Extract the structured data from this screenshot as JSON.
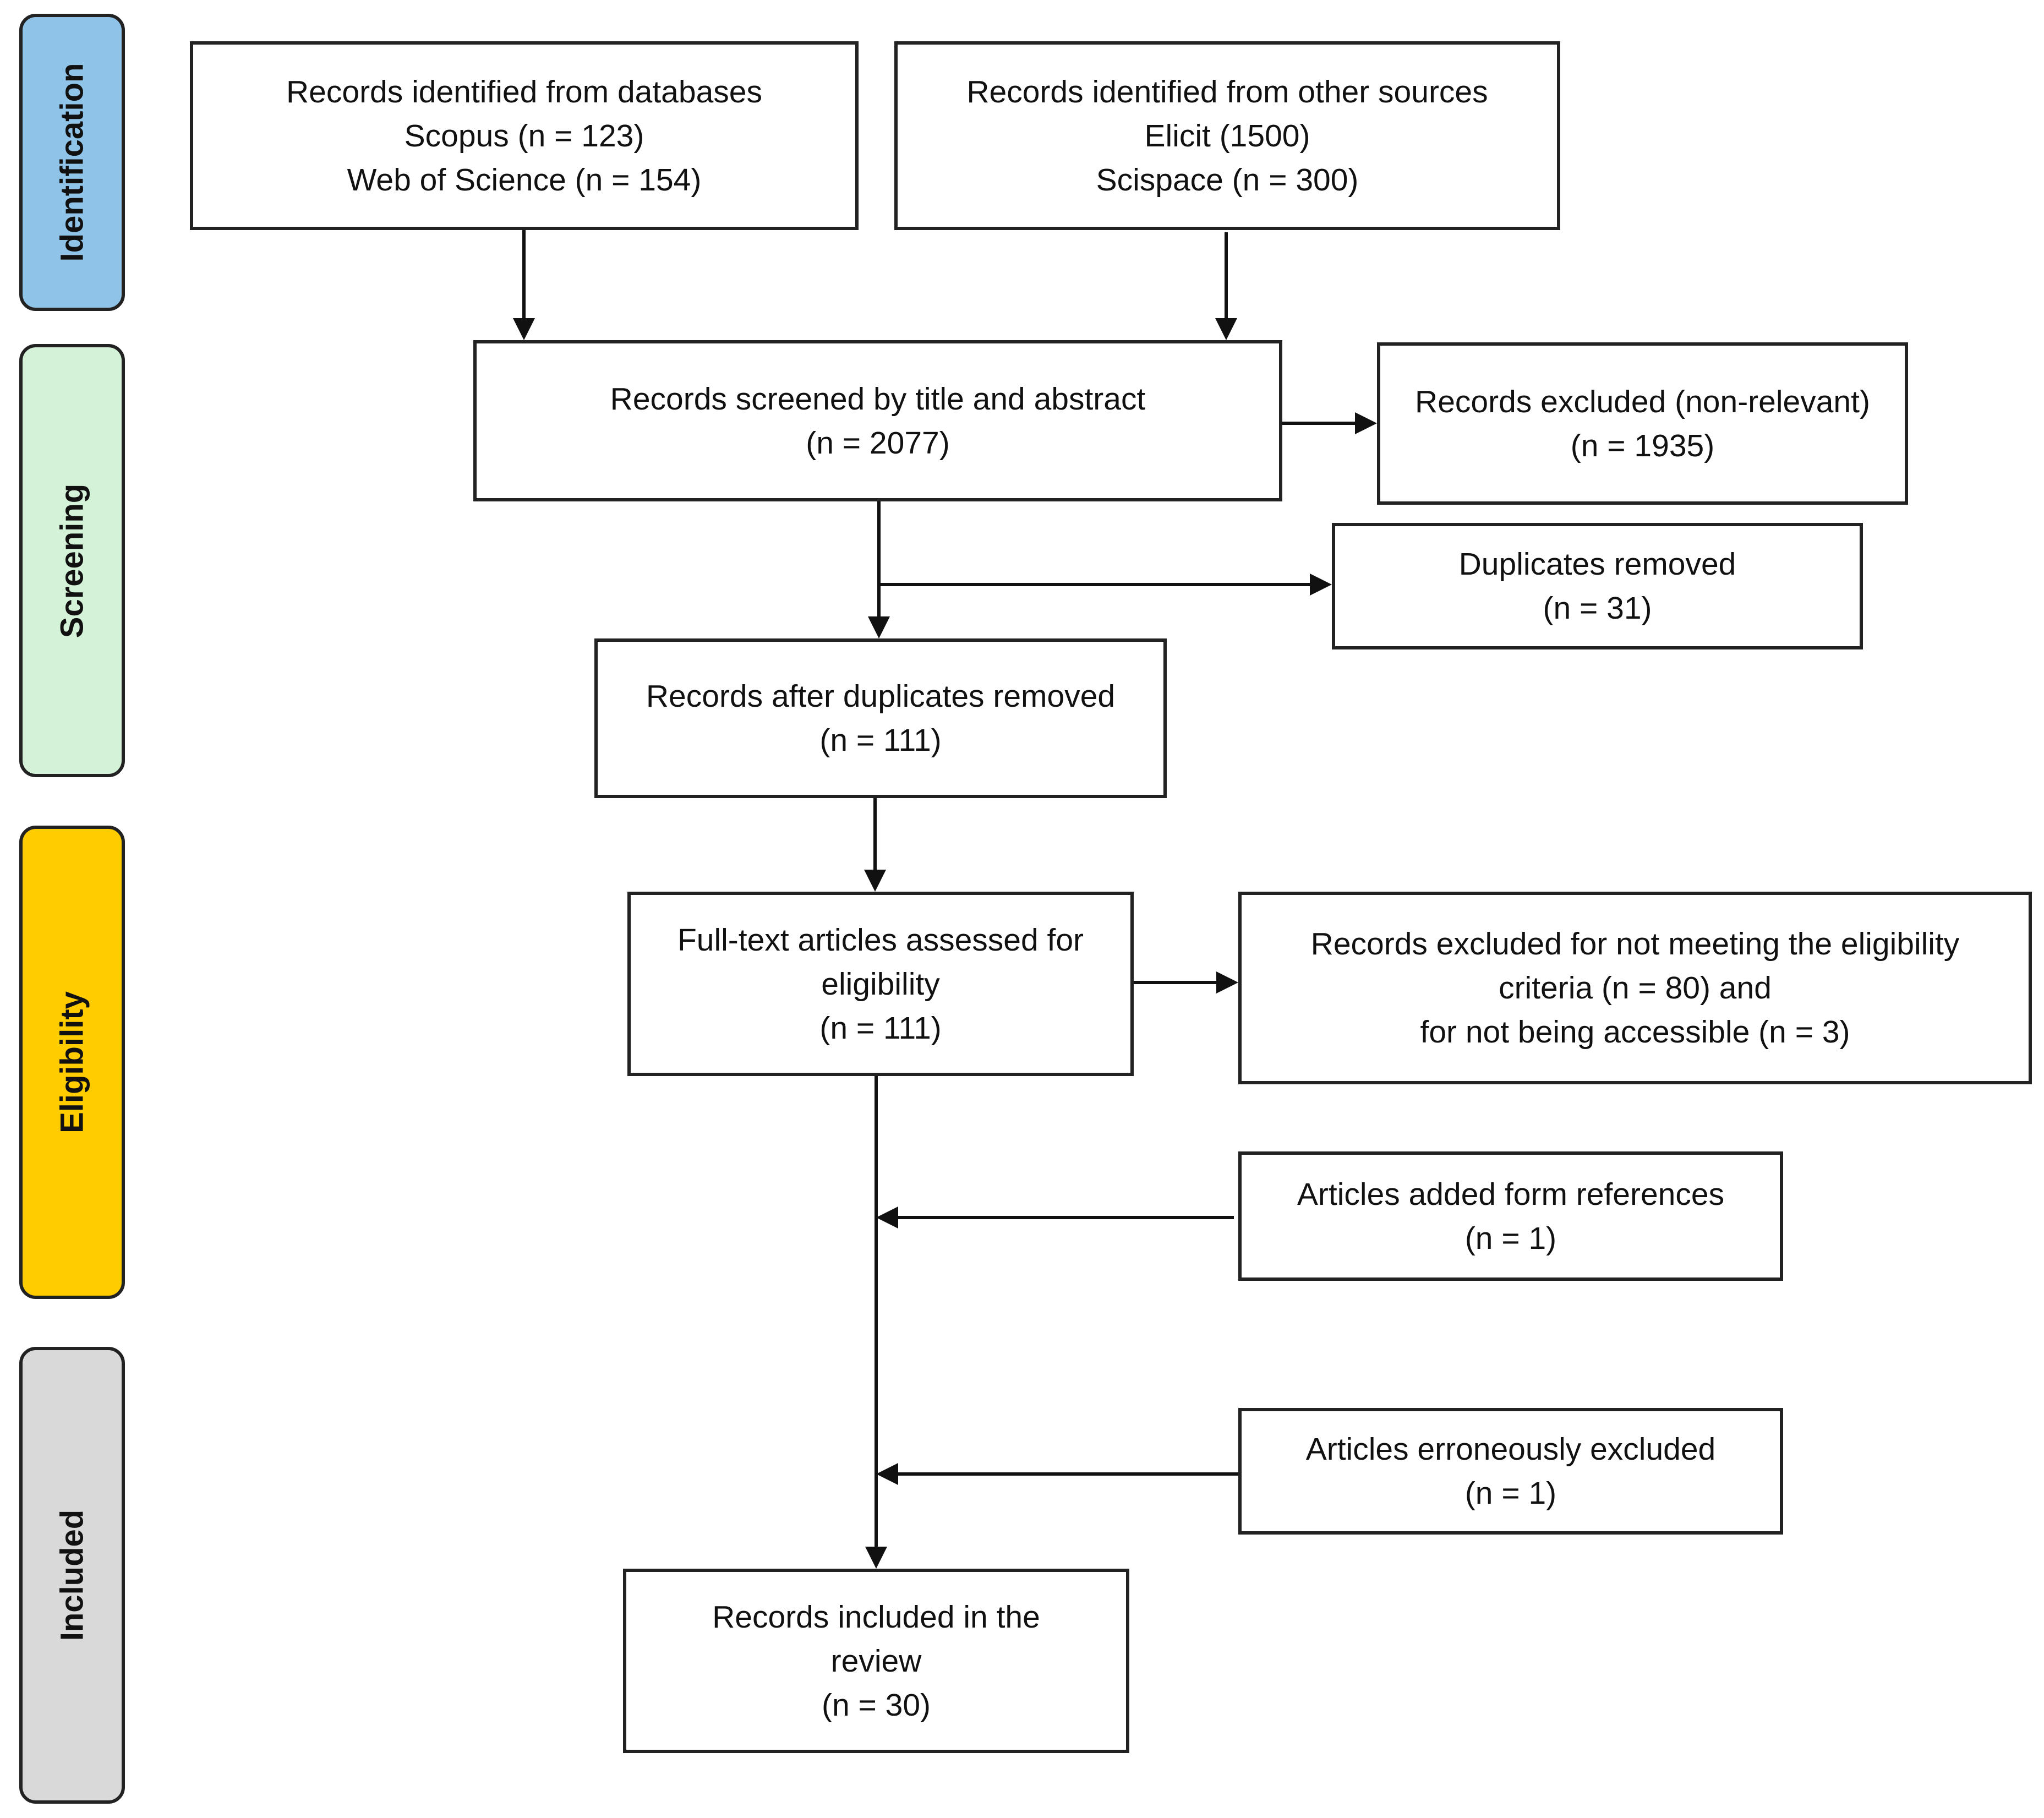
{
  "phases": {
    "identification": {
      "label": "Identification",
      "color": "#8FC3E8"
    },
    "screening": {
      "label": "Screening",
      "color": "#D3F2D7"
    },
    "eligibility": {
      "label": "Eligibility",
      "color": "#FFCC00"
    },
    "included": {
      "label": "Included",
      "color": "#D9D9D9"
    }
  },
  "boxes": {
    "databases": {
      "line1": "Records identified from databases",
      "line2": "Scopus (n = 123)",
      "line3": "Web of Science (n = 154)"
    },
    "other_sources": {
      "line1": "Records identified from other sources",
      "line2": "Elicit (1500)",
      "line3": "Scispace (n = 300)"
    },
    "screened": {
      "line1": "Records screened by title and abstract",
      "line2": "(n = 2077)"
    },
    "excluded_nonrelevant": {
      "line1": "Records excluded (non-relevant)",
      "line2": "(n = 1935)"
    },
    "duplicates_removed": {
      "line1": "Duplicates removed",
      "line2": "(n = 31)"
    },
    "after_duplicates": {
      "line1": "Records after duplicates removed",
      "line2": "(n = 111)"
    },
    "fulltext_assessed": {
      "line1": "Full-text articles assessed for",
      "line2": "eligibility",
      "line3": "(n = 111)"
    },
    "excluded_eligibility": {
      "line1": "Records excluded for not meeting the eligibility",
      "line2": "criteria (n = 80) and",
      "line3": "for not being accessible (n = 3)"
    },
    "added_references": {
      "line1": "Articles added form references",
      "line2": "(n = 1)"
    },
    "erroneously_excluded": {
      "line1": "Articles erroneously excluded",
      "line2": "(n = 1)"
    },
    "included_review": {
      "line1": "Records included in the",
      "line2": "review",
      "line3": "(n = 30)"
    }
  }
}
